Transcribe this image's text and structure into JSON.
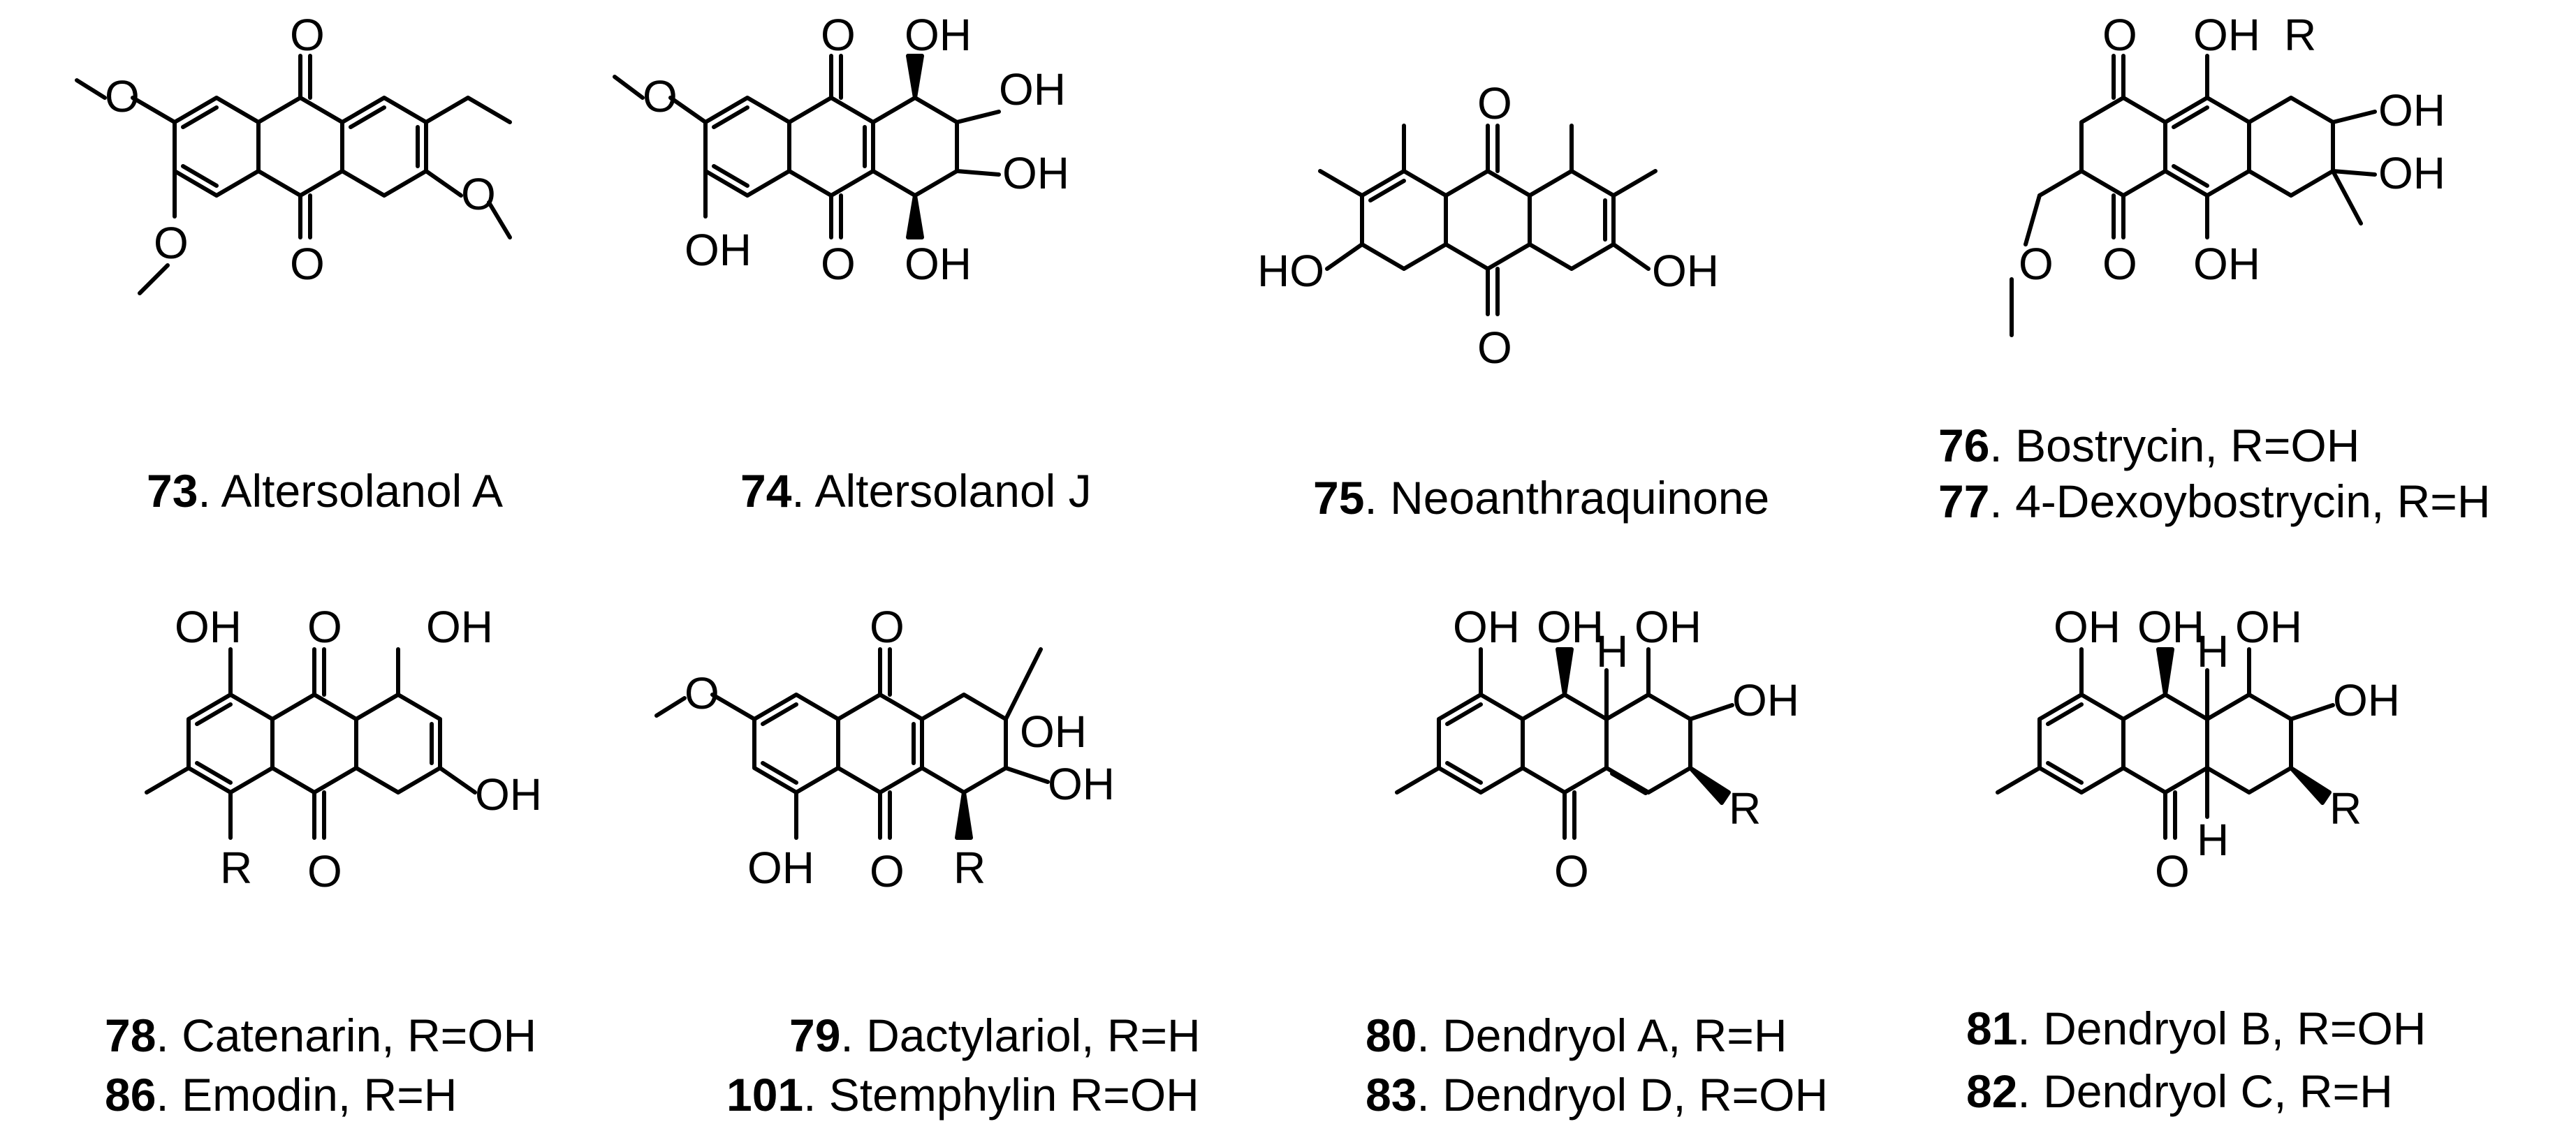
{
  "atom_labels": {
    "O": "O",
    "OH": "OH",
    "HO": "HO",
    "H": "H",
    "R": "R"
  },
  "compounds": [
    {
      "number": "73",
      "name": ". Altersolanol A"
    },
    {
      "number": "74",
      "name": ". Altersolanol J"
    },
    {
      "number": "75",
      "name": ". Neoanthraquinone"
    },
    {
      "number": "76",
      "name": ". Bostrycin, R=OH"
    },
    {
      "number": "77",
      "name": ". 4-Dexoybostrycin, R=H"
    },
    {
      "number": "78",
      "name": ". Catenarin, R=OH"
    },
    {
      "number": "86",
      "name": ". Emodin, R=H"
    },
    {
      "number": "79",
      "name": ". Dactylariol, R=H"
    },
    {
      "number": "101",
      "name": ". Stemphylin R=OH"
    },
    {
      "number": "80",
      "name": ". Dendryol A, R=H"
    },
    {
      "number": "83",
      "name": ". Dendryol D, R=OH"
    },
    {
      "number": "81",
      "name": ". Dendryol B, R=OH"
    },
    {
      "number": "82",
      "name": ". Dendryol C, R=H"
    }
  ]
}
